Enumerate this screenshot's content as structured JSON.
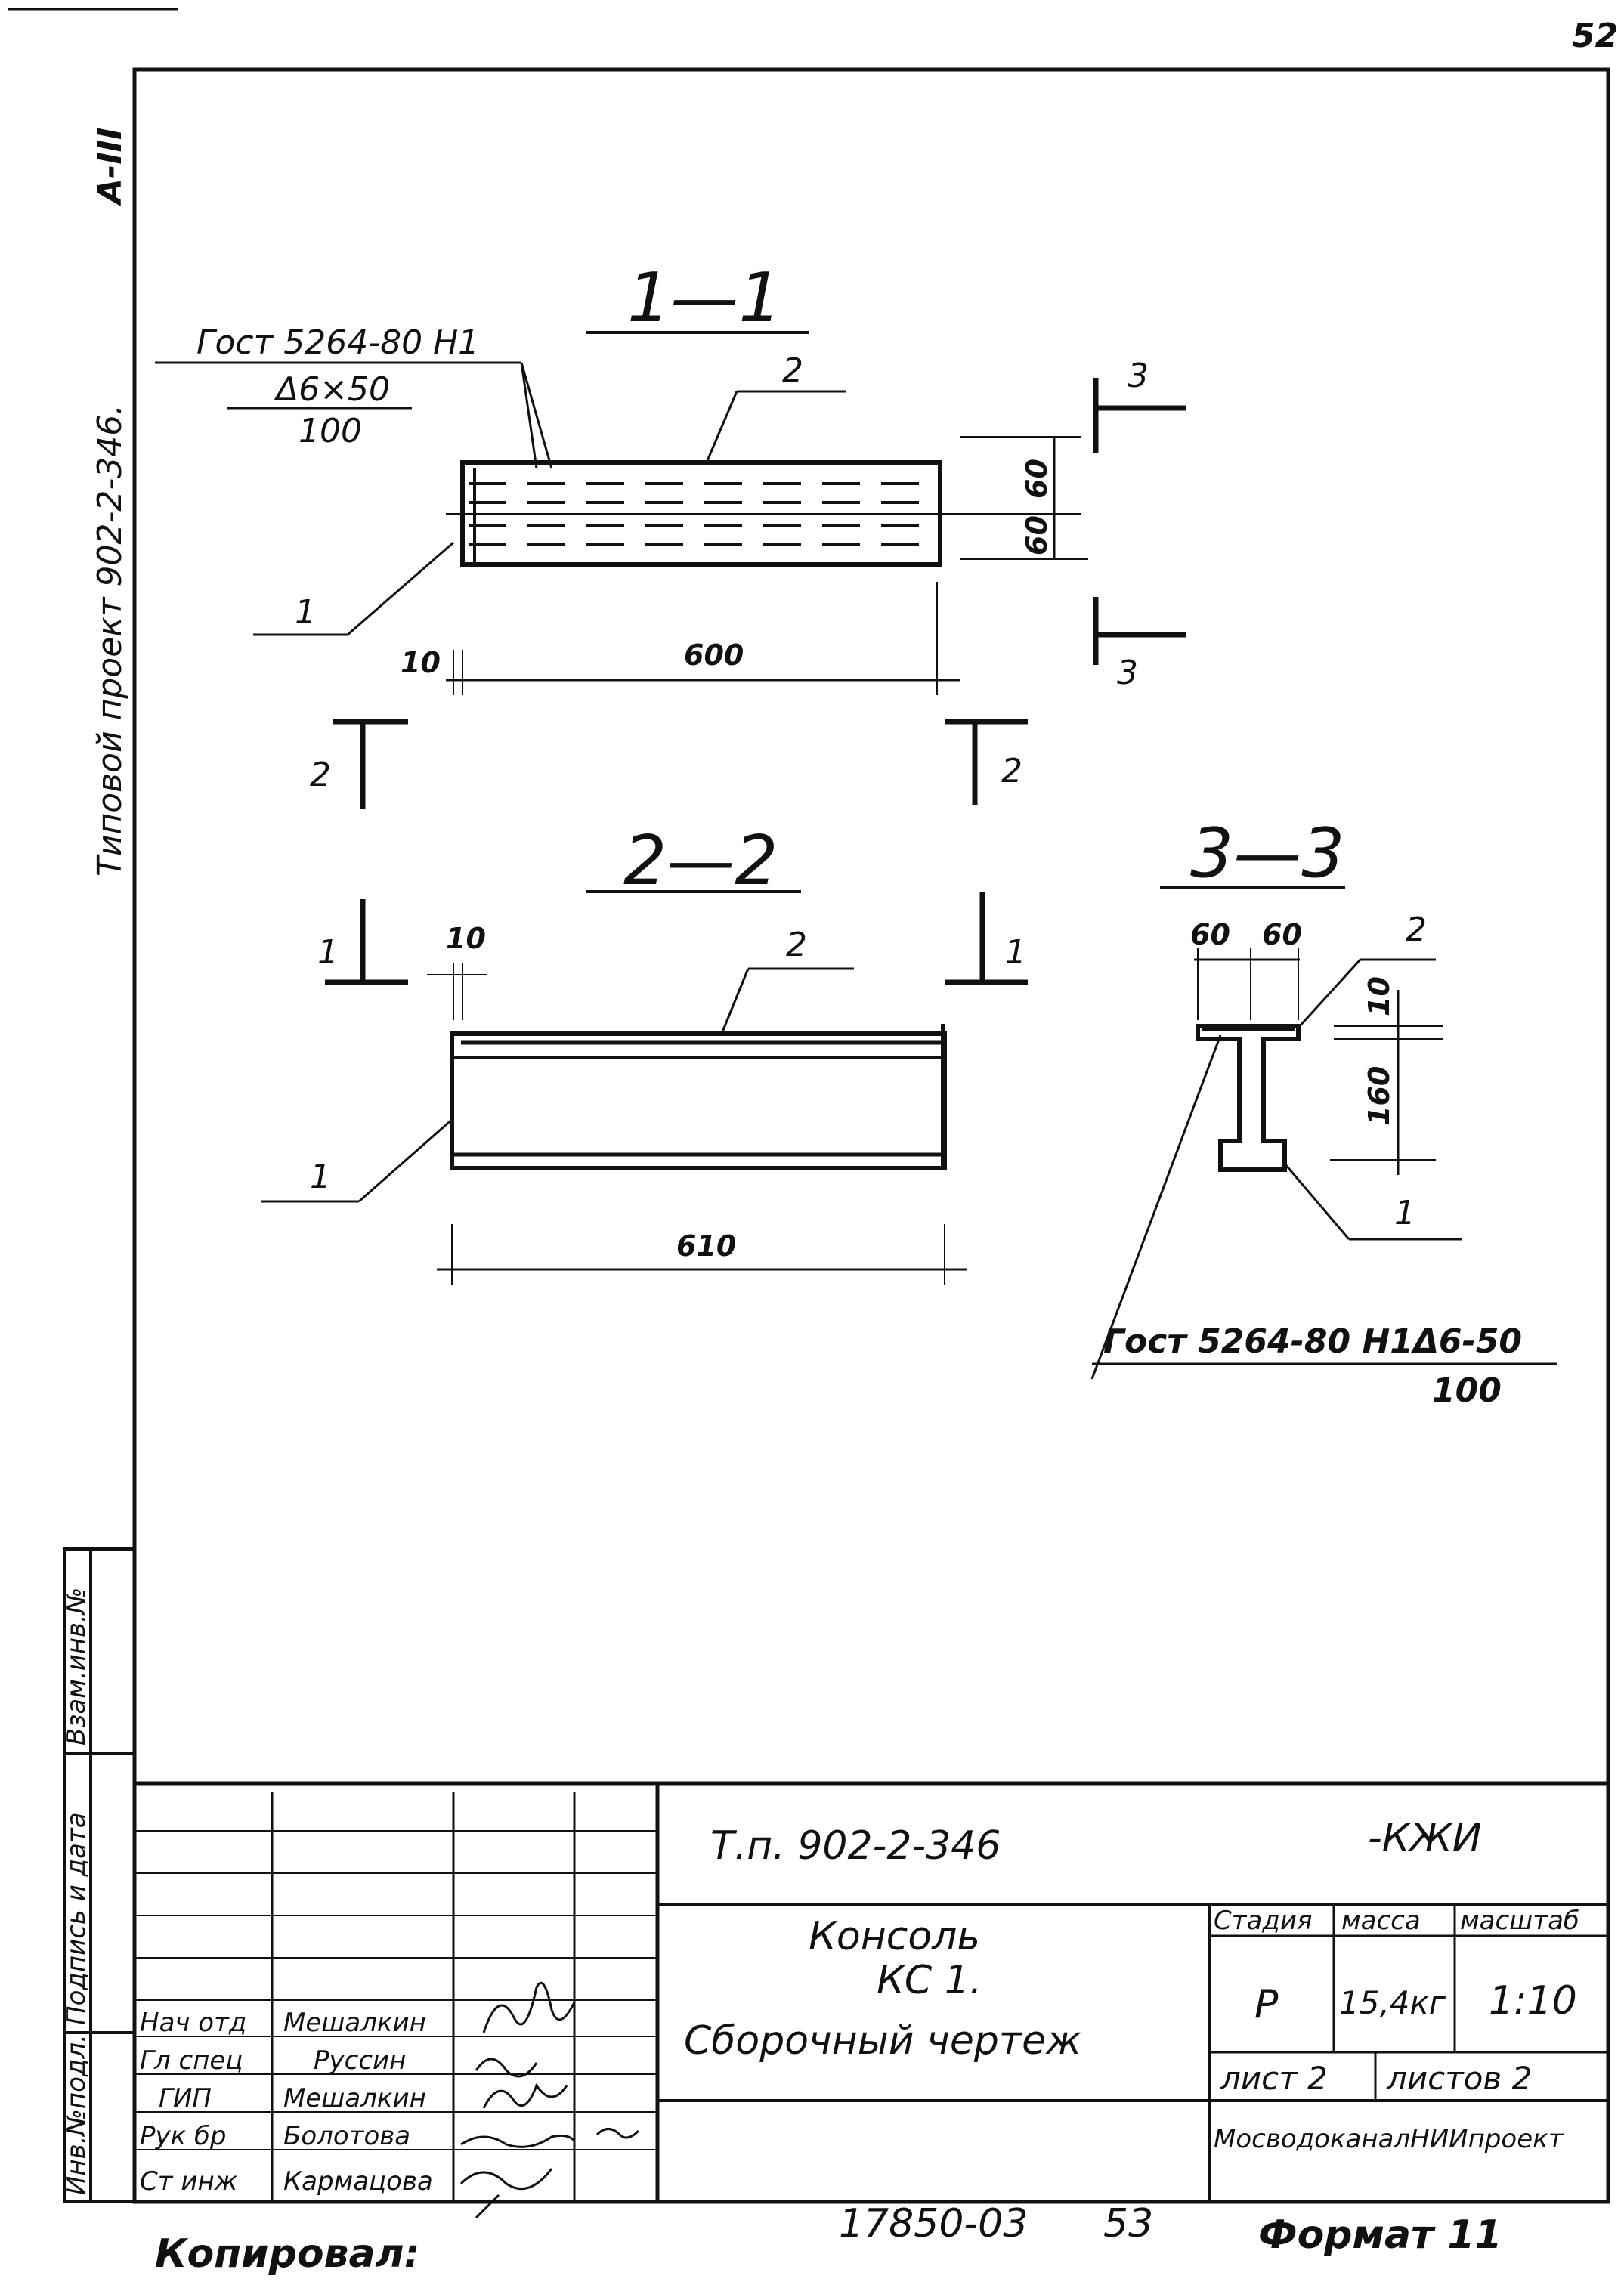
{
  "page_number": "52",
  "side_title": "Типовой проект 902-2-346.",
  "side_tag": "А-III",
  "side_stamps": [
    "Взам.инв.№",
    "Подпись и дата",
    "Инв.№подл."
  ],
  "views": {
    "s11": {
      "label": "1—1",
      "weld_note": "Гост 5264-80 Н1",
      "weld_size": "Δ6×50",
      "weld_pitch": "100",
      "callout_1": "1",
      "callout_2": "2",
      "dim_length": "600",
      "dim_offset": "10",
      "dim_upper": "60",
      "dim_lower": "60"
    },
    "s22": {
      "label": "2—2",
      "callout_1": "1",
      "callout_2": "2",
      "dim_length": "610",
      "dim_offset": "10"
    },
    "s33": {
      "label": "3—3",
      "callout_1": "1",
      "callout_2": "2",
      "dim_left": "60",
      "dim_right": "60",
      "dim_flange": "10",
      "dim_height": "160",
      "weld_note": "Гост 5264-80 Н1Δ6-50",
      "weld_pitch": "100"
    },
    "section_marks": {
      "m3": "3",
      "m2": "2",
      "m1": "1"
    }
  },
  "title_block": {
    "designation": "Т.п. 902-2-346",
    "suffix": "-КЖИ",
    "name_line1": "Консоль",
    "name_line2": "КС 1.",
    "name_line3": "Сборочный чертеж",
    "stage_header": "Стадия",
    "mass_header": "масса",
    "scale_header": "масштаб",
    "stage": "Р",
    "mass": "15,4кг",
    "scale": "1:10",
    "sheet": "лист 2",
    "sheets": "листов 2",
    "organization": "МосводоканалНИИпроект",
    "staff": [
      {
        "role": "Нач отд",
        "name": "Мешалкин"
      },
      {
        "role": "Гл спец",
        "name": "Руссин"
      },
      {
        "role": "ГИП",
        "name": "Мешалкин"
      },
      {
        "role": "Рук бр",
        "name": "Болотова"
      },
      {
        "role": "Ст инж",
        "name": "Кармацова"
      }
    ]
  },
  "footer": {
    "copied": "Копировал:",
    "number": "17850-03",
    "page": "53",
    "format": "Формат 11"
  }
}
